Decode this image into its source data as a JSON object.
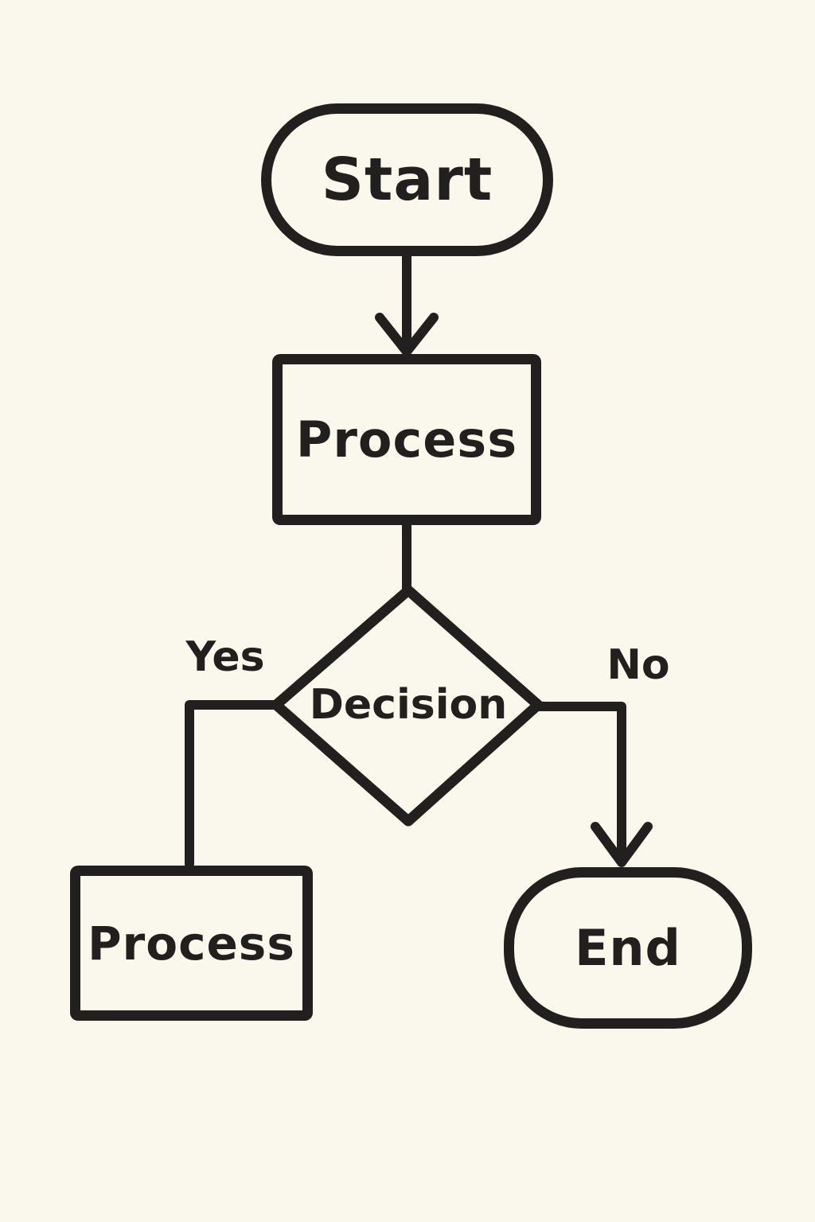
{
  "colors": {
    "bg": "#faf8ec",
    "ink": "#22201e"
  },
  "diagram": {
    "type": "flowchart",
    "style": "hand-drawn black ink on cream paper",
    "nodes": {
      "start": {
        "label": "Start",
        "shape": "terminator"
      },
      "process_top": {
        "label": "Process",
        "shape": "process"
      },
      "decision": {
        "label": "Decision",
        "shape": "decision"
      },
      "process_left": {
        "label": "Process",
        "shape": "process"
      },
      "end": {
        "label": "End",
        "shape": "terminator"
      }
    },
    "edges": [
      {
        "from": "start",
        "to": "process_top",
        "arrow": true,
        "label": ""
      },
      {
        "from": "process_top",
        "to": "decision",
        "arrow": false,
        "label": ""
      },
      {
        "from": "decision",
        "to": "process_left",
        "arrow": false,
        "label": "Yes"
      },
      {
        "from": "decision",
        "to": "end",
        "arrow": true,
        "label": "No"
      }
    ]
  }
}
